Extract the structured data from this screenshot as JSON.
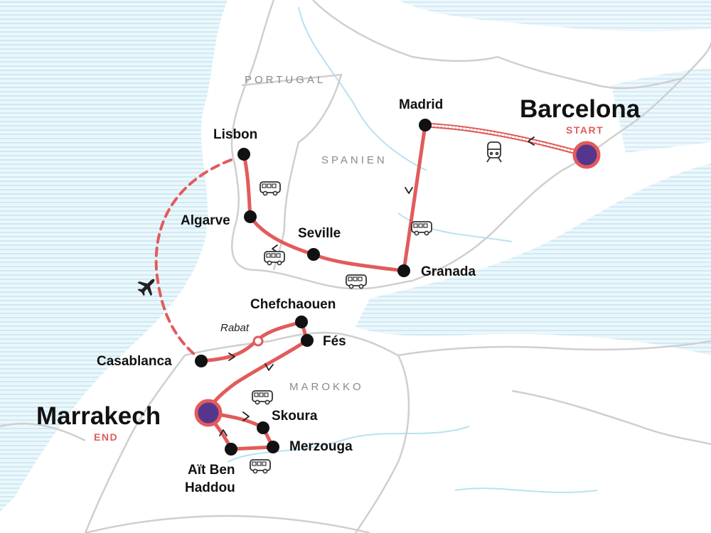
{
  "map": {
    "colors": {
      "route": "#e25b5b",
      "water": "#9fd6ec",
      "border": "#cfcfcf",
      "stop": "#111111",
      "endpoint_fill": "#55368f"
    },
    "countries": {
      "portugal": "PORTUGAL",
      "spain": "SPANIEN",
      "morocco": "MAROKKO"
    },
    "start": {
      "city": "Barcelona",
      "tag": "START"
    },
    "end": {
      "city": "Marrakech",
      "tag": "END"
    },
    "stops": {
      "madrid": "Madrid",
      "granada": "Granada",
      "seville": "Seville",
      "algarve": "Algarve",
      "lisbon": "Lisbon",
      "casablanca": "Casablanca",
      "rabat": "Rabat",
      "chefchaouen": "Chefchaouen",
      "fes": "Fés",
      "skoura": "Skoura",
      "merzouga": "Merzouga",
      "ait_ben_haddou_line1": "Aït Ben",
      "ait_ben_haddou_line2": "Haddou"
    },
    "transport_icons": [
      "train-icon",
      "bus-icon",
      "plane-icon"
    ],
    "legs": [
      {
        "from": "Barcelona",
        "to": "Madrid",
        "mode": "train"
      },
      {
        "from": "Madrid",
        "to": "Granada",
        "mode": "bus"
      },
      {
        "from": "Granada",
        "to": "Seville",
        "mode": "bus"
      },
      {
        "from": "Seville",
        "to": "Algarve",
        "mode": "bus"
      },
      {
        "from": "Algarve",
        "to": "Lisbon",
        "mode": "bus"
      },
      {
        "from": "Lisbon",
        "to": "Casablanca",
        "mode": "plane"
      },
      {
        "from": "Casablanca",
        "to": "Chefchaouen",
        "mode": "bus"
      },
      {
        "from": "Chefchaouen",
        "to": "Fés",
        "mode": "bus"
      },
      {
        "from": "Fés",
        "to": "Marrakech",
        "mode": "bus"
      },
      {
        "from": "Marrakech",
        "to": "Skoura",
        "mode": "bus"
      },
      {
        "from": "Skoura",
        "to": "Merzouga",
        "mode": "bus"
      },
      {
        "from": "Merzouga",
        "to": "Aït Ben Haddou",
        "mode": "bus"
      },
      {
        "from": "Aït Ben Haddou",
        "to": "Marrakech",
        "mode": "bus"
      }
    ]
  }
}
